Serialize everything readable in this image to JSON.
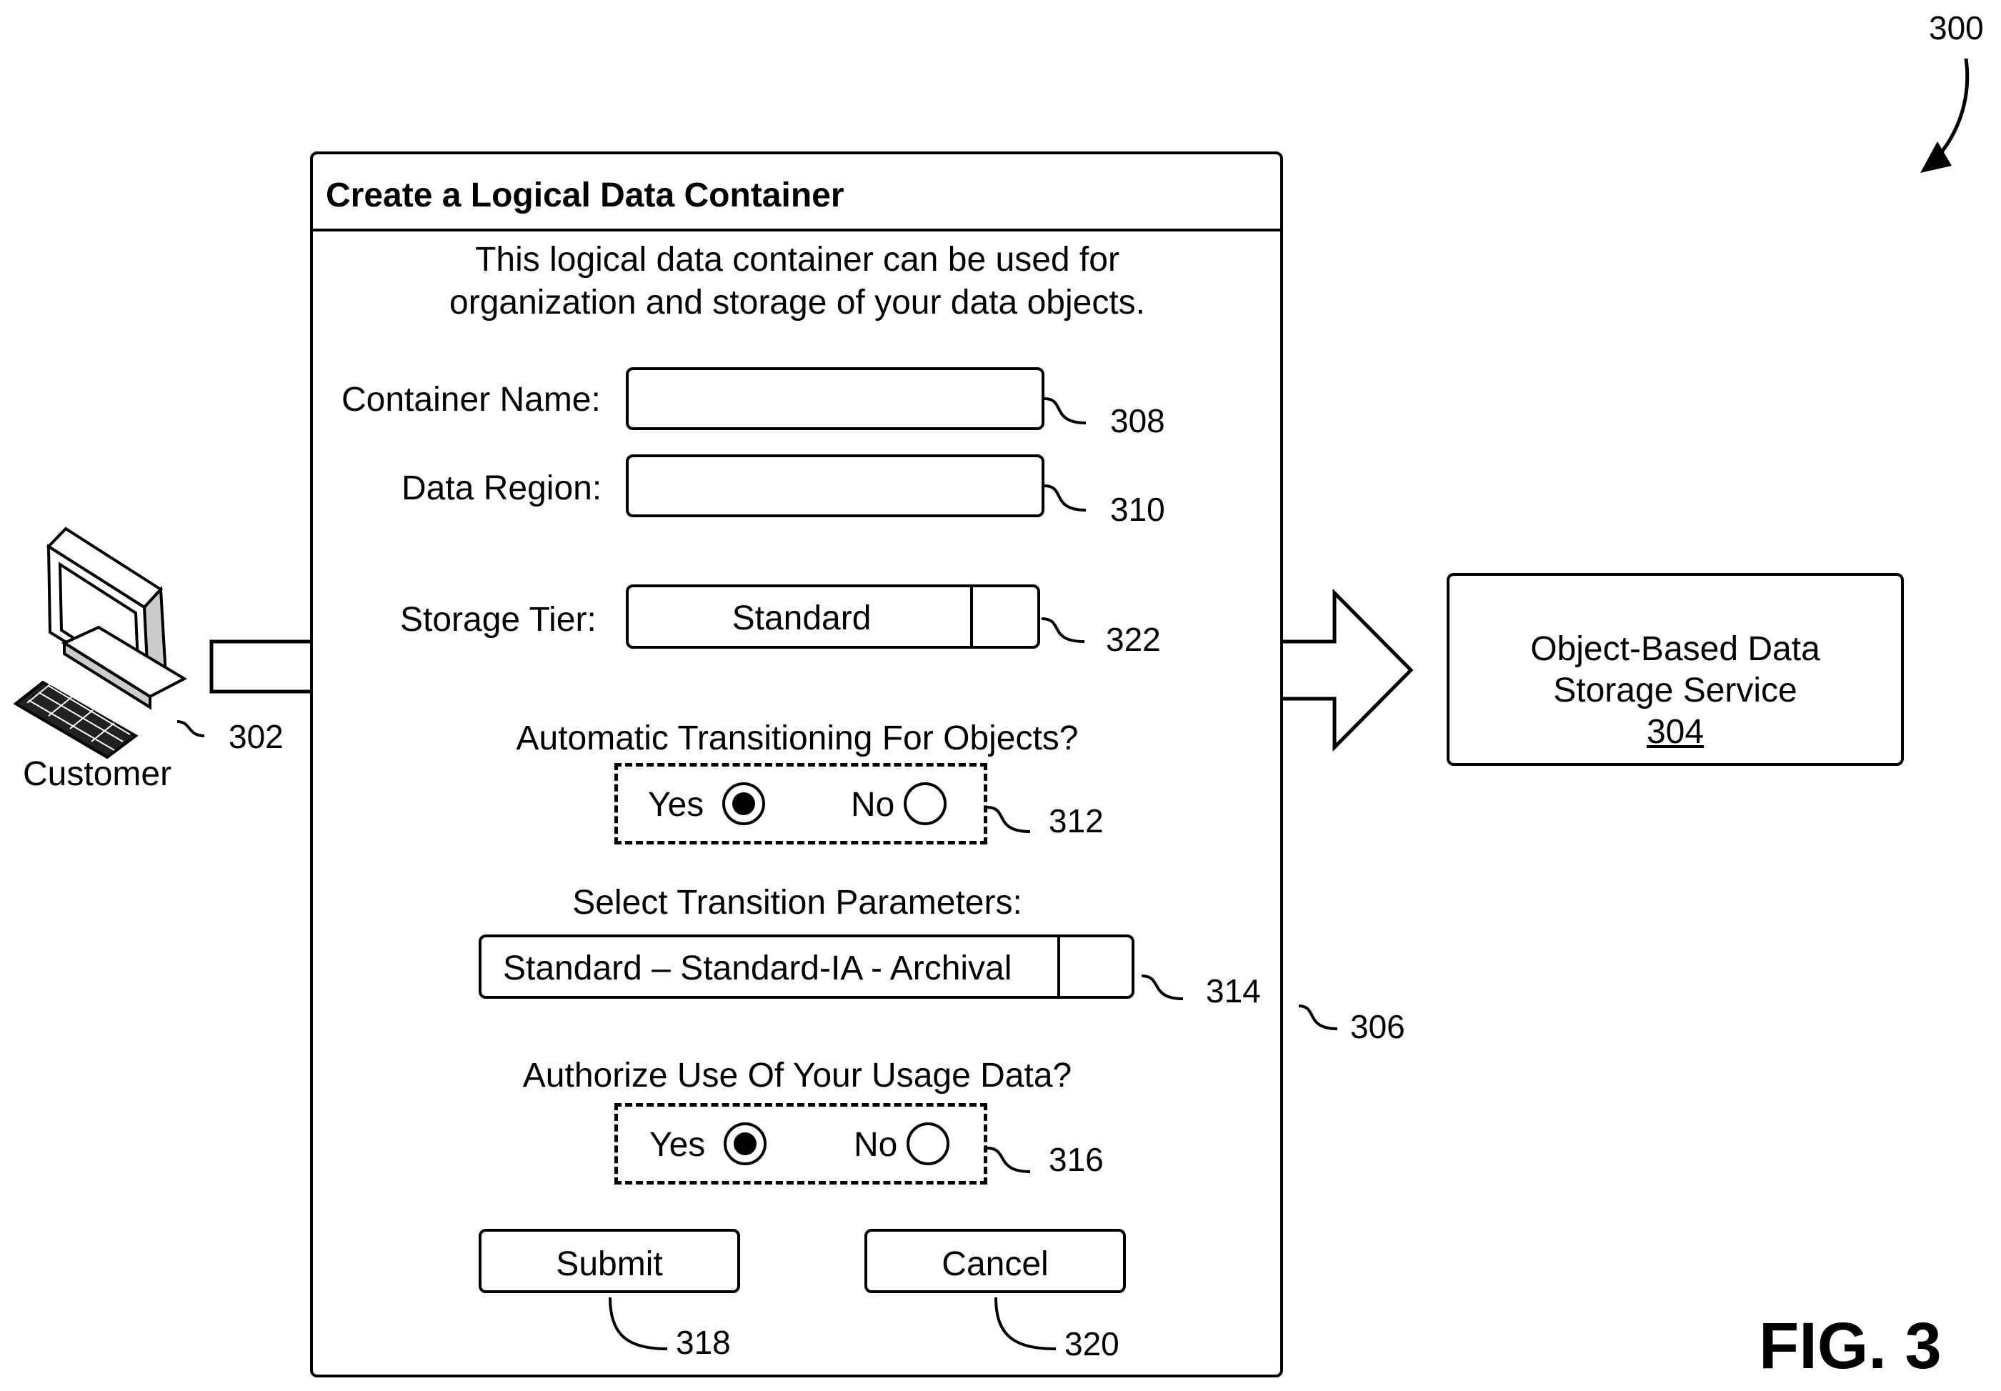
{
  "figure": {
    "number": "300",
    "caption": "FIG. 3"
  },
  "customer": {
    "label": "Customer",
    "ref": "302",
    "icon": "desktop-computer-icon"
  },
  "service": {
    "line1": "Object-Based Data",
    "line2": "Storage Service",
    "ref": "304"
  },
  "dialog": {
    "ref": "306",
    "title": "Create a Logical Data Container",
    "description_line1": "This logical data container can be used for",
    "description_line2": "organization and storage of your data objects.",
    "container_name": {
      "label": "Container Name:",
      "value": "",
      "ref": "308"
    },
    "data_region": {
      "label": "Data Region:",
      "value": "",
      "ref": "310"
    },
    "storage_tier": {
      "label": "Storage Tier:",
      "value": "Standard",
      "ref": "322"
    },
    "auto_transition": {
      "question": "Automatic Transitioning For Objects?",
      "yes_label": "Yes",
      "no_label": "No",
      "selected": "Yes",
      "ref": "312"
    },
    "transition_params": {
      "label": "Select Transition Parameters:",
      "value": "Standard – Standard-IA - Archival",
      "ref": "314"
    },
    "usage_data": {
      "question": "Authorize Use Of Your Usage Data?",
      "yes_label": "Yes",
      "no_label": "No",
      "selected": "Yes",
      "ref": "316"
    },
    "submit": {
      "label": "Submit",
      "ref": "318"
    },
    "cancel": {
      "label": "Cancel",
      "ref": "320"
    }
  }
}
